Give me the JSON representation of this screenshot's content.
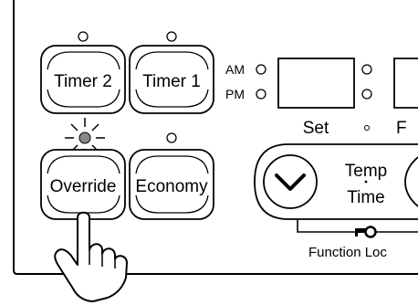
{
  "buttons": {
    "timer2": "Timer 2",
    "timer1": "Timer 1",
    "override": "Override",
    "economy": "Economy"
  },
  "indicators": {
    "am": "AM",
    "pm": "PM"
  },
  "display": {
    "set_label": "Set",
    "cut_label": "F"
  },
  "temp_time": {
    "temp": "Temp",
    "time": "Time"
  },
  "function_lock": {
    "label": "Function Loc"
  },
  "colors": {
    "line": "#000000",
    "lit_indicator": "#888888",
    "background": "#ffffff"
  }
}
